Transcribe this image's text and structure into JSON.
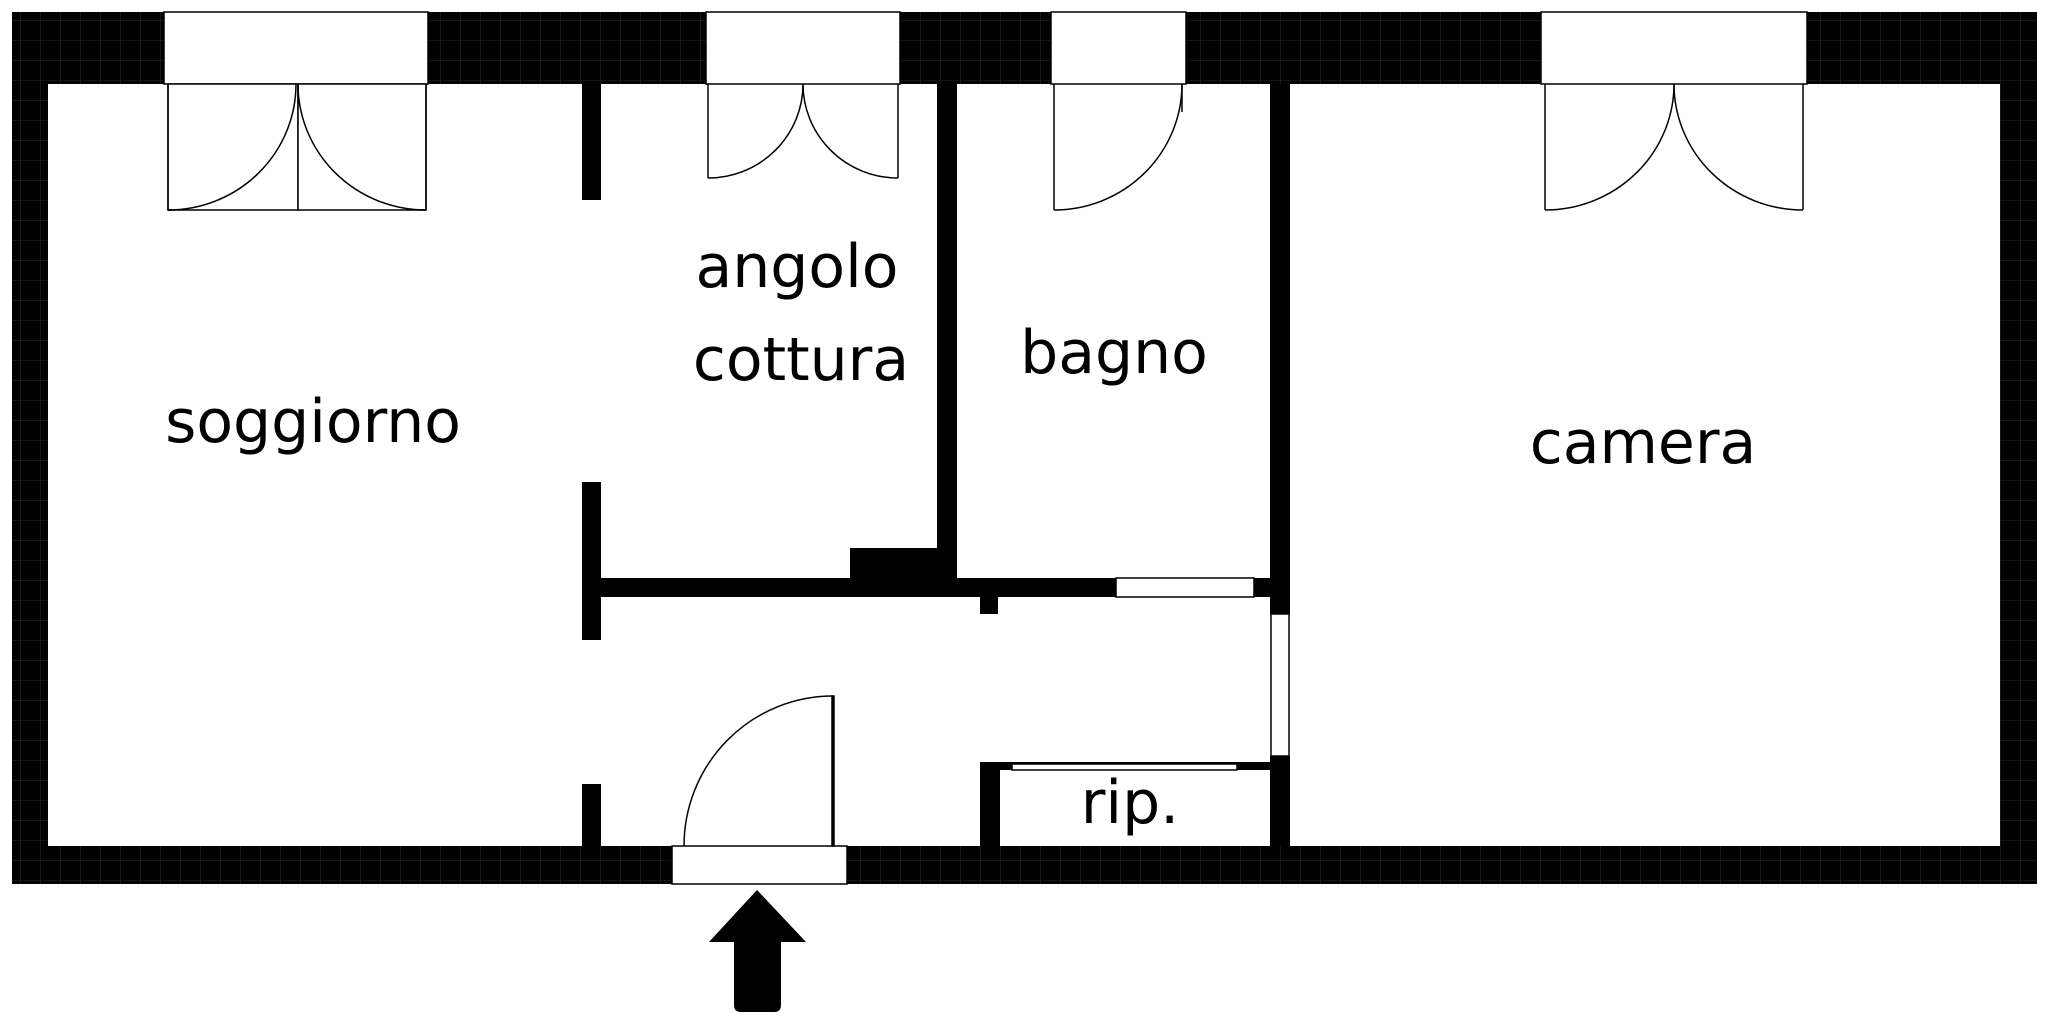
{
  "rooms": {
    "soggiorno": "soggiorno",
    "angolo_cottura_line1": "angolo",
    "angolo_cottura_line2": "cottura",
    "bagno": "bagno",
    "camera": "camera",
    "ripostiglio": "rip."
  },
  "colors": {
    "wall": "#000000",
    "floor": "#ffffff",
    "line": "#000000"
  },
  "icons": {
    "entrance": "up-arrow-icon"
  }
}
